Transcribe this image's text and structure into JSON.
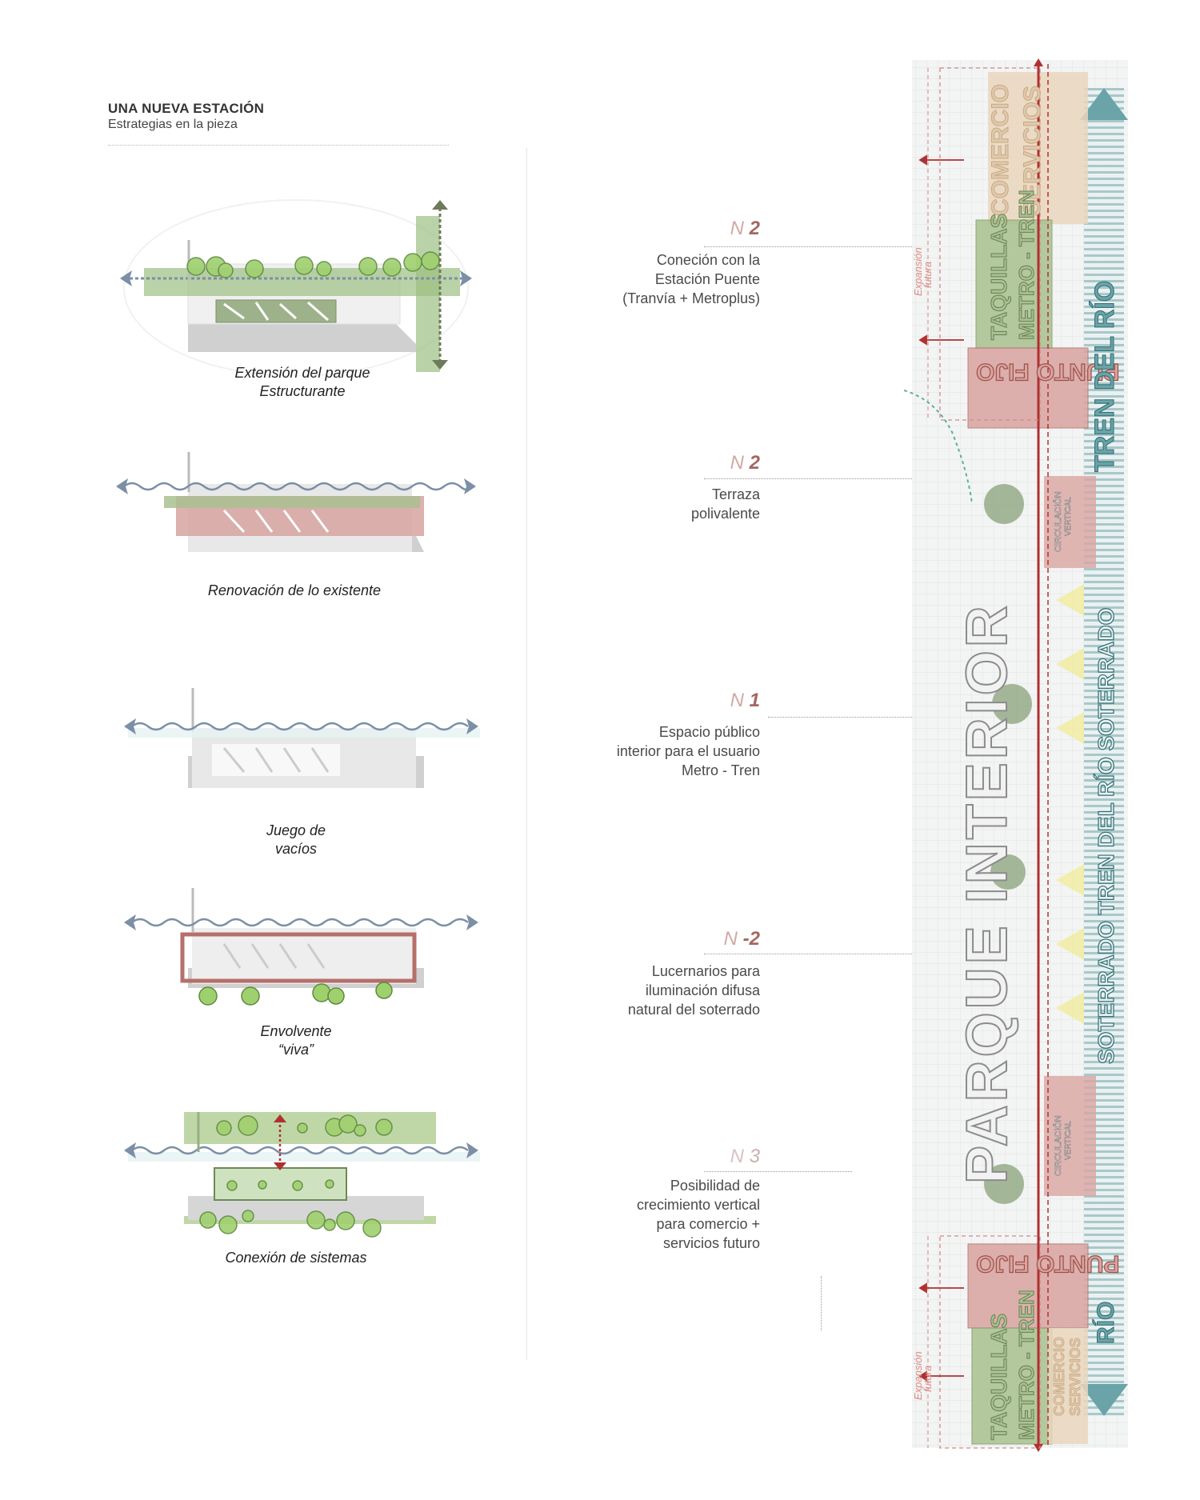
{
  "header": {
    "title": "UNA NUEVA ESTACIÓN",
    "subtitle": "Estrategias en la pieza"
  },
  "strategies": [
    {
      "caption_line1": "Extensión del parque",
      "caption_line2": "Estructurante",
      "accent": "#8cb56b"
    },
    {
      "caption_line1": "Renovación de lo existente",
      "caption_line2": "",
      "accent": "#c98b86"
    },
    {
      "caption_line1": "Juego de",
      "caption_line2": "vacíos",
      "accent": "#d4d4d4"
    },
    {
      "caption_line1": "Envolvente",
      "caption_line2": "“viva”",
      "accent": "#b5706a"
    },
    {
      "caption_line1": "Conexión de sistemas",
      "caption_line2": "",
      "accent": "#8cb56b"
    }
  ],
  "levels": [
    {
      "prefix": "N",
      "value": "2",
      "dim": false,
      "desc": [
        "Coneción con la",
        "Estación Puente",
        "(Tranvía + Metroplus)"
      ]
    },
    {
      "prefix": "N",
      "value": "2",
      "dim": false,
      "desc": [
        "Terraza",
        "polivalente"
      ]
    },
    {
      "prefix": "N",
      "value": "1",
      "dim": false,
      "desc": [
        "Espacio público",
        "interior para el usuario",
        "Metro - Tren"
      ]
    },
    {
      "prefix": "N",
      "value": "-2",
      "dim": false,
      "desc": [
        "Lucernarios para",
        "iluminación difusa",
        "natural del soterrado"
      ]
    },
    {
      "prefix": "N",
      "value": "3",
      "dim": true,
      "desc": [
        "Posibilidad de",
        "crecimiento vertical",
        "para comercio +",
        "servicios futuro"
      ]
    }
  ],
  "plan": {
    "comercio_top": "COMERCIO",
    "servicios_top": "SERVICIOS",
    "taquillas_top": "TAQUILLAS",
    "metro_tren_top": "METRO - TREN",
    "punto_fijo": "PUNTO FIJO",
    "tren_del_rio": "TREN DEL RÍO",
    "parque_interior": "PARQUE INTERIOR",
    "soterrado": "SOTERRADO TREN DEL RÍO SOTERRADO",
    "circulacion": "CIRCULACIÓN",
    "vertical": "VERTICAL",
    "expansion": "Expansión",
    "futura": "futura",
    "rio_bottom": "RÍO",
    "comercio_bottom": "COMERCIO",
    "servicios_bottom": "SERVICIOS",
    "taquillas_bottom": "TAQUILLAS",
    "metro_tren_bottom": "METRO - TREN",
    "colors": {
      "green": "#9fb98a",
      "red": "#c98b86",
      "beige": "#e3cdb2",
      "teal": "#4f8e96",
      "line": "#b03030"
    }
  }
}
